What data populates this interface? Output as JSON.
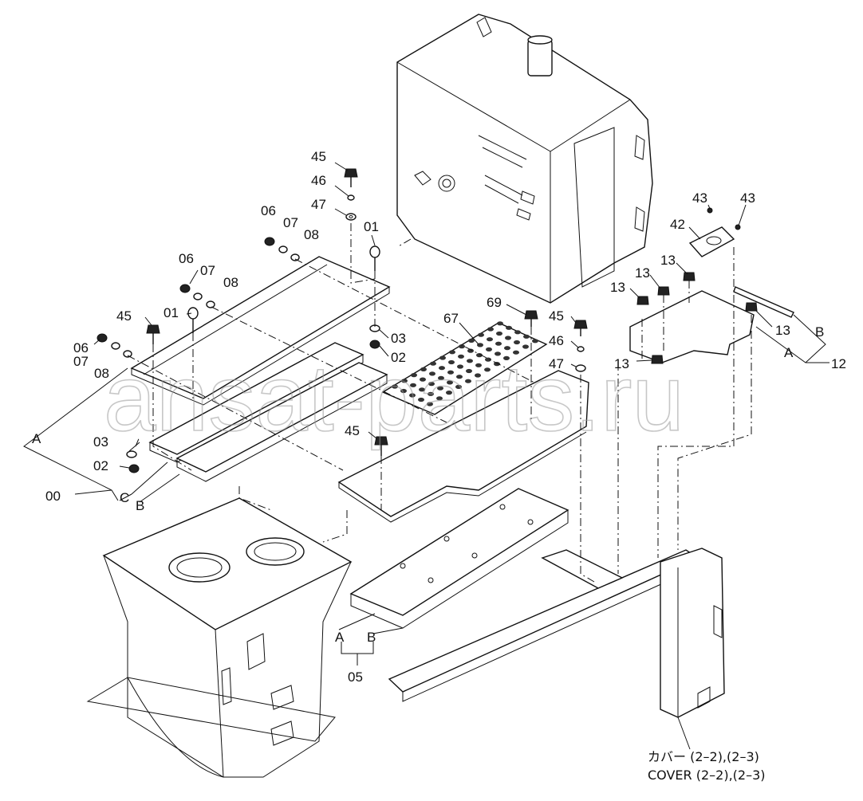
{
  "watermark": "ansat-parts.ru",
  "caption": {
    "line1": "カバー (2–2),(2–3)",
    "line2": "COVER (2–2),(2–3)"
  },
  "callouts": {
    "p45_top": "45",
    "p46_top": "46",
    "p47_top": "47",
    "p01_top": "01",
    "p06_a": "06",
    "p07_a": "07",
    "p08_a": "08",
    "p06_b": "06",
    "p07_b": "07",
    "p08_b": "08",
    "p01_b": "01",
    "p45_left": "45",
    "p06_c": "06",
    "p07_c": "07",
    "p08_c": "08",
    "p03_a": "03",
    "p02_a": "02",
    "p03_b": "03",
    "p02_b": "02",
    "p67": "67",
    "p69": "69",
    "p45_mid": "45",
    "p46_mid": "46",
    "p47_mid": "47",
    "p45_low": "45",
    "p43_a": "43",
    "p43_b": "43",
    "p42": "42",
    "p13_a": "13",
    "p13_b": "13",
    "p13_c": "13",
    "p13_d": "13",
    "p13_e": "13",
    "B_right": "B",
    "A_right": "A",
    "p12": "12",
    "A_left": "A",
    "C_left": "C",
    "B_left": "B",
    "p00": "00",
    "A_low": "A",
    "B_low": "B",
    "p05": "05"
  }
}
